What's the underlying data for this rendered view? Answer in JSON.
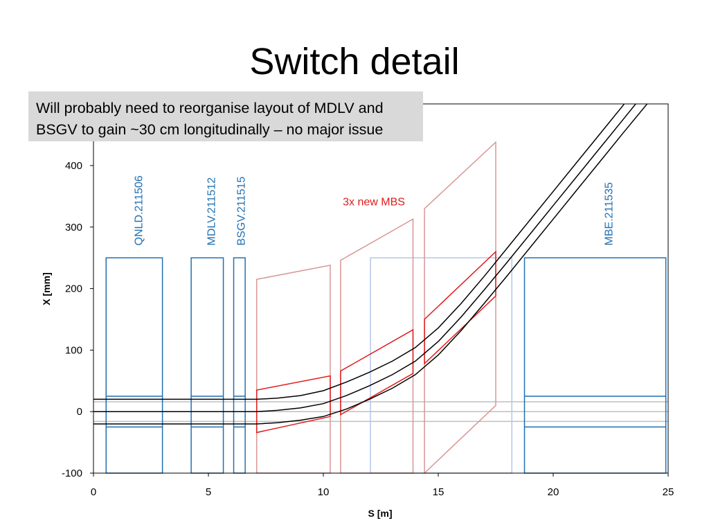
{
  "slide": {
    "title": "Switch detail",
    "callout_lines": [
      "Will probably need to reorganise layout of MDLV and",
      "BSGV to gain ~30 cm longitudinally – no major issue"
    ]
  },
  "colors": {
    "element_blue": "#1f6fb2",
    "magnet_red": "#e01b1b",
    "magnet_pink": "#d99595",
    "aperture_light": "#b4c6e7",
    "beam": "#000000",
    "grid_line": "#bfbfbf",
    "callout_bg": "#d9d9d9"
  },
  "chart_data": {
    "type": "line",
    "title": "",
    "xlabel": "S [m]",
    "ylabel": "X [mm]",
    "xlim": [
      0,
      25
    ],
    "ylim": [
      -100,
      400
    ],
    "xticks": [
      0,
      5,
      10,
      15,
      20,
      25
    ],
    "yticks": [
      -100,
      0,
      100,
      200,
      300,
      400
    ],
    "grid": false,
    "beam_trajectories": [
      {
        "points": [
          [
            0,
            20
          ],
          [
            7.1,
            20
          ],
          [
            8,
            22
          ],
          [
            9,
            26
          ],
          [
            10,
            34
          ],
          [
            11,
            48
          ],
          [
            12,
            64
          ],
          [
            13,
            82
          ],
          [
            14,
            104
          ],
          [
            15,
            136
          ],
          [
            16,
            176
          ],
          [
            17,
            220
          ],
          [
            18,
            266
          ],
          [
            19,
            312
          ],
          [
            20,
            358
          ],
          [
            21,
            404
          ],
          [
            22,
            450
          ],
          [
            23,
            496
          ],
          [
            23.3,
            510
          ]
        ]
      },
      {
        "points": [
          [
            0,
            0
          ],
          [
            7.1,
            0
          ],
          [
            8,
            2
          ],
          [
            9,
            6
          ],
          [
            10,
            13
          ],
          [
            11,
            26
          ],
          [
            12,
            42
          ],
          [
            13,
            60
          ],
          [
            14,
            82
          ],
          [
            15,
            114
          ],
          [
            16,
            154
          ],
          [
            17,
            198
          ],
          [
            18,
            243
          ],
          [
            19,
            289
          ],
          [
            20,
            335
          ],
          [
            21,
            381
          ],
          [
            22,
            427
          ],
          [
            23,
            473
          ],
          [
            23.8,
            510
          ]
        ]
      },
      {
        "points": [
          [
            0,
            -20
          ],
          [
            7.1,
            -20
          ],
          [
            8,
            -18
          ],
          [
            9,
            -14
          ],
          [
            10,
            -8
          ],
          [
            11,
            4
          ],
          [
            12,
            20
          ],
          [
            13,
            38
          ],
          [
            14,
            60
          ],
          [
            15,
            92
          ],
          [
            16,
            132
          ],
          [
            17,
            176
          ],
          [
            18,
            221
          ],
          [
            19,
            267
          ],
          [
            20,
            313
          ],
          [
            21,
            359
          ],
          [
            22,
            405
          ],
          [
            23,
            451
          ],
          [
            24.3,
            510
          ]
        ]
      }
    ],
    "reference_lines": [
      16,
      0,
      -16
    ],
    "elements": [
      {
        "name": "QNLD.211506",
        "s_start": 0.55,
        "s_end": 3.0,
        "x_top": 250,
        "aperture": [
          25,
          -25
        ],
        "label_s": 1.95,
        "label_x": 270
      },
      {
        "name": "MDLV.211512",
        "s_start": 4.25,
        "s_end": 5.65,
        "x_top": 250,
        "aperture": [
          25,
          -25
        ],
        "label_s": 5.1,
        "label_x": 270
      },
      {
        "name": "BSGV.211515",
        "s_start": 6.1,
        "s_end": 6.6,
        "x_top": 250,
        "aperture": [
          25,
          -25
        ],
        "label_s": 6.4,
        "label_x": 270
      },
      {
        "name": "MBE.211535",
        "s_start": 18.75,
        "s_end": 24.9,
        "x_top": 250,
        "aperture": [
          25,
          -25
        ],
        "label_s": 22.4,
        "label_x": 270
      }
    ],
    "aperture_box": {
      "s_start": 12.05,
      "s_end": 18.2,
      "x_bottom": -100,
      "x_top": 250
    },
    "new_magnets": {
      "annotation": "3x new MBS",
      "annotation_s": 12.2,
      "annotation_x": 335,
      "inner": [
        [
          [
            7.1,
            -34
          ],
          [
            7.1,
            35
          ],
          [
            10.3,
            58
          ],
          [
            10.3,
            -8
          ]
        ],
        [
          [
            10.75,
            -5
          ],
          [
            10.75,
            66
          ],
          [
            13.9,
            133
          ],
          [
            13.9,
            62
          ]
        ],
        [
          [
            14.4,
            78
          ],
          [
            14.4,
            150
          ],
          [
            17.5,
            260
          ],
          [
            17.5,
            188
          ]
        ]
      ],
      "outer": [
        [
          [
            7.1,
            -100
          ],
          [
            7.1,
            215
          ],
          [
            10.3,
            238
          ],
          [
            10.3,
            -100
          ]
        ],
        [
          [
            10.75,
            -100
          ],
          [
            10.75,
            246
          ],
          [
            13.9,
            313
          ],
          [
            13.9,
            -100
          ]
        ],
        [
          [
            14.4,
            -100
          ],
          [
            14.4,
            330
          ],
          [
            17.5,
            438
          ],
          [
            17.5,
            10
          ]
        ]
      ]
    }
  }
}
